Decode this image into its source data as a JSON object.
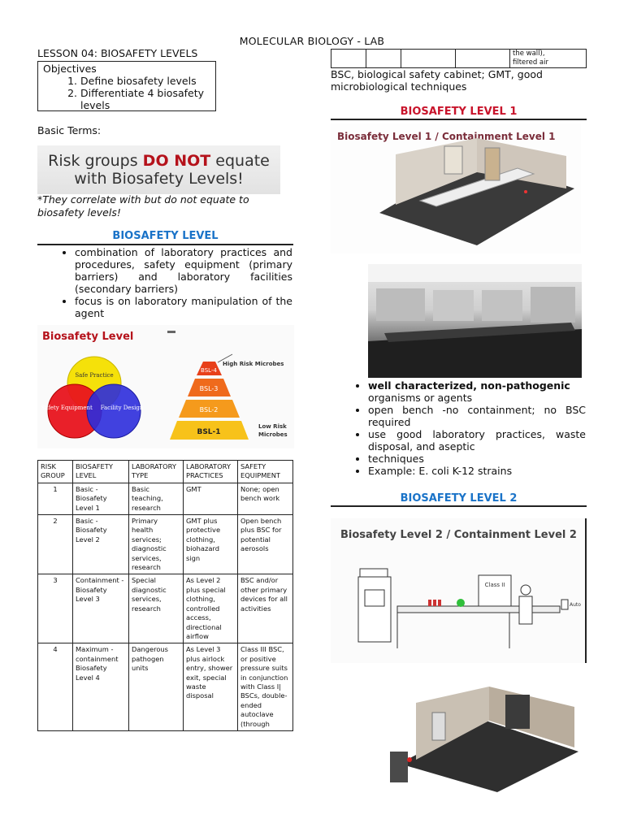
{
  "header": {
    "title": "MOLECULAR BIOLOGY - LAB"
  },
  "lesson": {
    "title": "LESSON 04: BIOSAFETY LEVELS"
  },
  "objectives": {
    "label": "Objectives",
    "items": [
      "Define biosafety levels",
      "Differentiate 4 biosafety levels"
    ]
  },
  "basic_terms": {
    "label": "Basic Terms:"
  },
  "banner": {
    "part1": "Risk groups ",
    "emphasis": "DO NOT",
    "part2": " equate",
    "line2": "with Biosafety Levels!"
  },
  "note": "*They correlate with but do not equate to biosafety levels!",
  "bsl_section": {
    "heading": "BIOSAFETY LEVEL",
    "bullets": [
      "combination of laboratory practices and procedures, safety equipment (primary barriers) and laboratory facilities (secondary barriers)",
      "focus is on laboratory manipulation of the agent"
    ]
  },
  "bsl_figure": {
    "title": "Biosafety Level",
    "venn": [
      "Safe Practice",
      "Safety Equipment",
      "Facility Design"
    ],
    "pyramid": [
      "BSL-4",
      "BSL-3",
      "BSL-2",
      "BSL-1"
    ],
    "high_label": "High Risk Microbes",
    "low_label_1": "Low Risk",
    "low_label_2": "Microbes",
    "colors": {
      "title": "#b5121b",
      "yellow": "#f5e10a",
      "red": "#e8141e",
      "blue": "#2c2cdb",
      "bsl4": "#e8401a",
      "bsl3": "#ef6a1c",
      "bsl2": "#f59a1c",
      "bsl1": "#f7c21a"
    }
  },
  "table": {
    "headers": [
      "RISK GROUP",
      "BIOSAFETY LEVEL",
      "LABORATORY TYPE",
      "LABORATORY PRACTICES",
      "SAFETY EQUIPMENT"
    ],
    "rows": [
      [
        "1",
        "Basic - Biosafety Level 1",
        "Basic teaching, research",
        "GMT",
        "None; open bench work"
      ],
      [
        "2",
        "Basic - Biosafety Level 2",
        "Primary health services; diagnostic services, research",
        "GMT plus protective clothing, biohazard sign",
        "Open bench plus BSC for potential aerosols"
      ],
      [
        "3",
        "Containment - Biosafety Level 3",
        "Special diagnostic services, research",
        "As Level 2 plus special clothing, controlled access, directional airflow",
        "BSC and/or other primary devices for all activities"
      ],
      [
        "4",
        "Maximum - containment Biosafety Level 4",
        "Dangerous pathogen units",
        "As Level 3 plus airlock entry, shower exit, special waste disposal",
        "Class III BSC, or positive pressure suits in conjunction with Class I| BSCs, double-ended autoclave (through"
      ]
    ]
  },
  "top_table": {
    "last_cell_line1": "the wall),",
    "last_cell_line2": "filtered air"
  },
  "abbrev": "BSC, biological safety cabinet; GMT, good microbiological techniques",
  "bsl1": {
    "heading": "BIOSAFETY LEVEL 1",
    "figure_title": "Biosafety Level 1 / Containment Level 1",
    "bullets_bold": "well characterized, non-pathogenic",
    "bullets": [
      "organisms or agents",
      "open bench -no containment; no BSC required",
      "use good laboratory practices, waste disposal, and aseptic",
      "techniques",
      "Example: E. coli K-12 strains"
    ]
  },
  "bsl2": {
    "heading": "BIOSAFETY LEVEL 2",
    "figure_title": "Biosafety Level 2 / Containment Level 2",
    "cabinet_label": "Class II",
    "auto_label": "Auto"
  }
}
